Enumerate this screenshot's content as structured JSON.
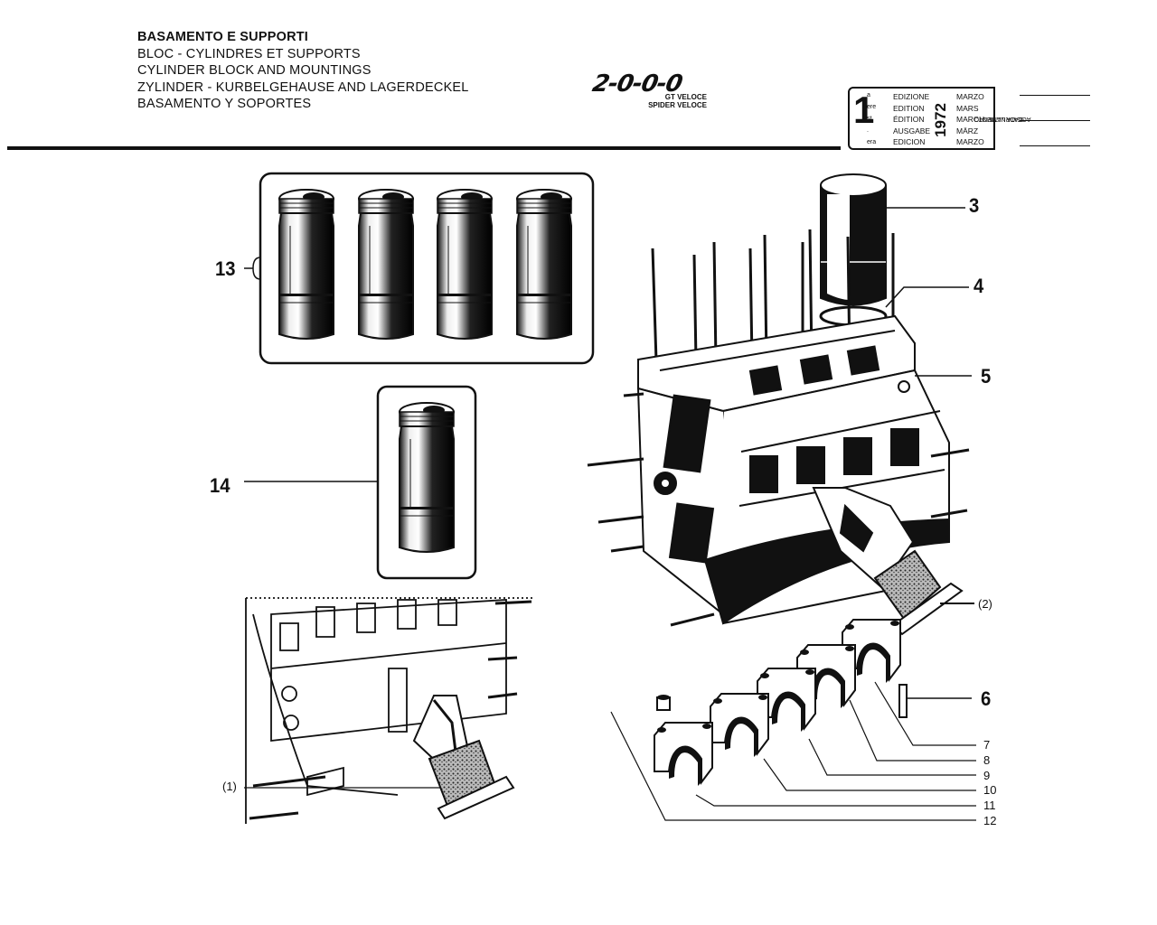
{
  "header": {
    "titles": [
      "BASAMENTO E SUPPORTI",
      "BLOC - CYLINDRES ET SUPPORTS",
      "CYLINDER BLOCK AND MOUNTINGS",
      "ZYLINDER - KURBELGEHAUSE AND LAGERDECKEL",
      "BASAMENTO Y SOPORTES"
    ],
    "logo": {
      "main": "2-0-0-0",
      "line1": "GT VELOCE",
      "line2": "SPIDER VELOCE"
    },
    "edition": {
      "number": "1",
      "suffixes": [
        "a",
        "ere",
        "st",
        ".",
        "era"
      ],
      "labels": [
        "EDIZIONE",
        "EDITION",
        "ÉDITION",
        "AUSGABE",
        "EDICION"
      ],
      "year": "1972",
      "months": [
        "MARZO",
        "MARS",
        "MARCH",
        "MÄRZ",
        "MARZO"
      ]
    },
    "update_label": [
      "DATA ULTIMO",
      "AGGIORNAMENTO"
    ]
  },
  "callouts": {
    "c3": "3",
    "c4": "4",
    "c5": "5",
    "c6": "6",
    "c7": "7",
    "c8": "8",
    "c9": "9",
    "c10": "10",
    "c11": "11",
    "c12": "12",
    "c13": "13",
    "c14": "14",
    "p2": "(2)",
    "p1": "(1)"
  },
  "icons": [
    "cylinder-liner-icon",
    "engine-block-icon",
    "bearing-cap-icon",
    "engine-mount-icon"
  ]
}
